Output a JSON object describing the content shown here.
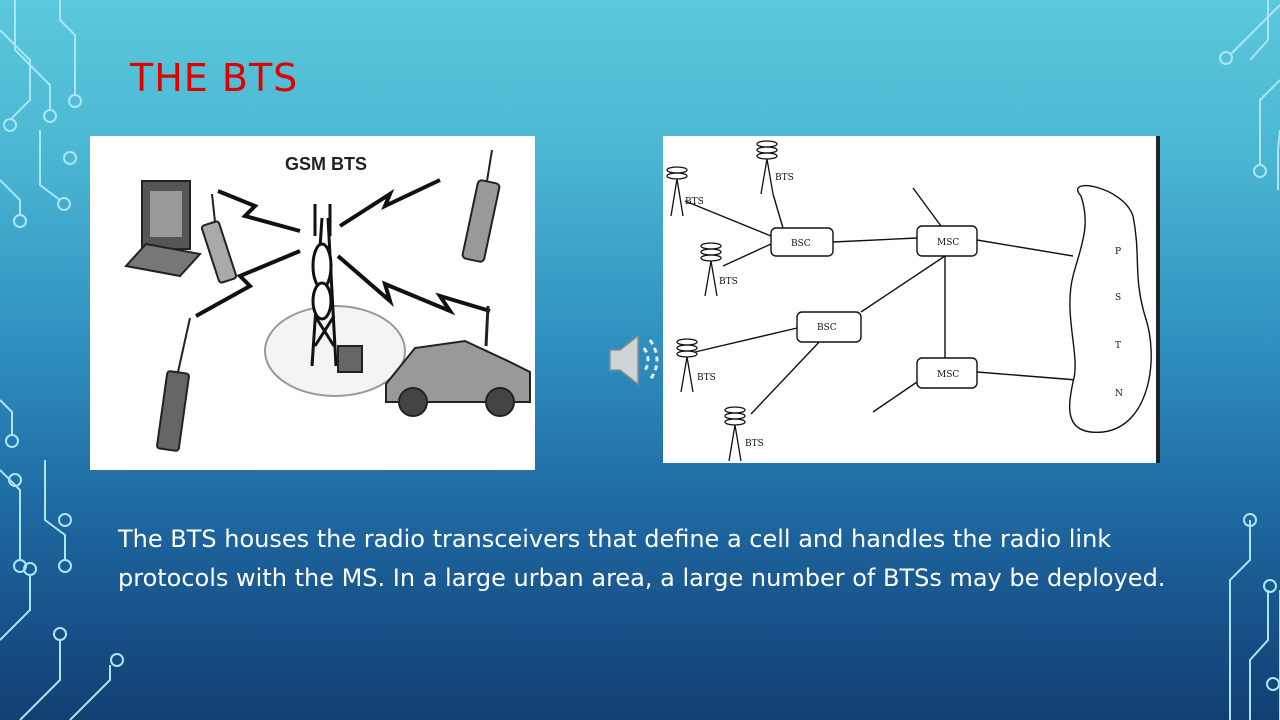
{
  "slide": {
    "title": "THE BTS",
    "body": "The BTS houses the radio transceivers that define a cell and handles the radio link protocols with the MS. In a large urban area, a large number of BTSs may be deployed.",
    "colors": {
      "title": "#e00000",
      "body_text": "#ffffff",
      "background_top": "#5cc8dc",
      "background_bottom": "#123f72"
    }
  },
  "figure_left": {
    "label": "GSM BTS"
  },
  "figure_right": {
    "bts_labels": [
      "BTS",
      "BTS",
      "BTS",
      "BTS",
      "BTS"
    ],
    "bsc_labels": [
      "BSC",
      "BSC"
    ],
    "msc_labels": [
      "MSC",
      "MSC"
    ],
    "pstn_letters": [
      "P",
      "S",
      "T",
      "N"
    ]
  },
  "audio": {
    "icon": "speaker-icon"
  }
}
